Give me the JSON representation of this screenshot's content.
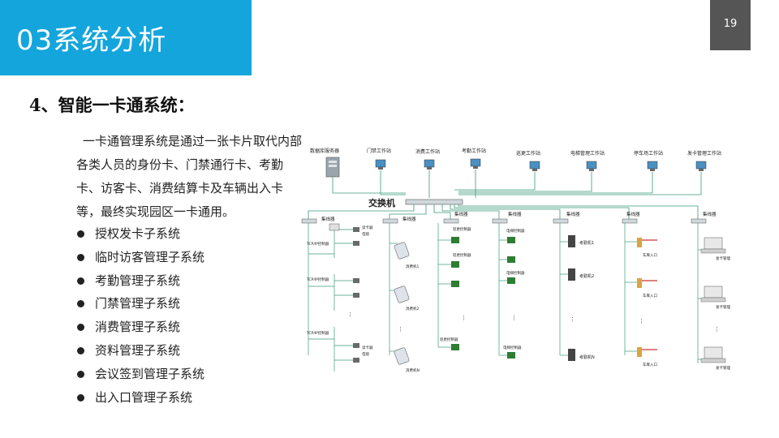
{
  "header": {
    "title": "03系统分析",
    "page_number": "19",
    "accent_color": "#14a5dc",
    "page_box_color": "#555555"
  },
  "section": {
    "heading": "4、智能一卡通系统："
  },
  "intro": {
    "text": "一卡通管理系统是通过一张卡片取代内部各类人员的身份卡、门禁通行卡、考勤卡、访客卡、消费结算卡及车辆出入卡等，最终实现园区一卡通用。"
  },
  "bullets": [
    "授权发卡子系统",
    "临时访客管理子系统",
    "考勤管理子系统",
    "门禁管理子系统",
    "消费管理子系统",
    "资料管理子系统",
    "会议签到管理子系统",
    "出入口管理子系统"
  ],
  "diagram": {
    "workstations": [
      "数据库服务器",
      "门禁工作站",
      "消费工作站",
      "考勤工作站",
      "巡更工作站",
      "电梯管理工作站",
      "停车场工作站",
      "发卡管理工作站"
    ],
    "switch_label": "交换机",
    "hub_label": "集线器",
    "tcpip_label": "TCP/IP控制器",
    "reader_label": "读卡器",
    "lock_label": "电锁",
    "consume_labels": [
      "消费机1",
      "消费机2",
      "消费机N"
    ],
    "patrol_labels": [
      "巡更控制器",
      "巡更控制器",
      "巡更控制器"
    ],
    "elevator_labels": [
      "电梯控制器",
      "电梯控制器",
      "电梯控制器"
    ],
    "attendance_labels": [
      "考勤机1",
      "考勤机2",
      "考勤机N"
    ],
    "parking_labels": [
      "车库入口",
      "车库入口",
      "车库入口"
    ],
    "card_issue_labels": [
      "发卡管理",
      "发卡管理",
      "发卡管理"
    ]
  }
}
